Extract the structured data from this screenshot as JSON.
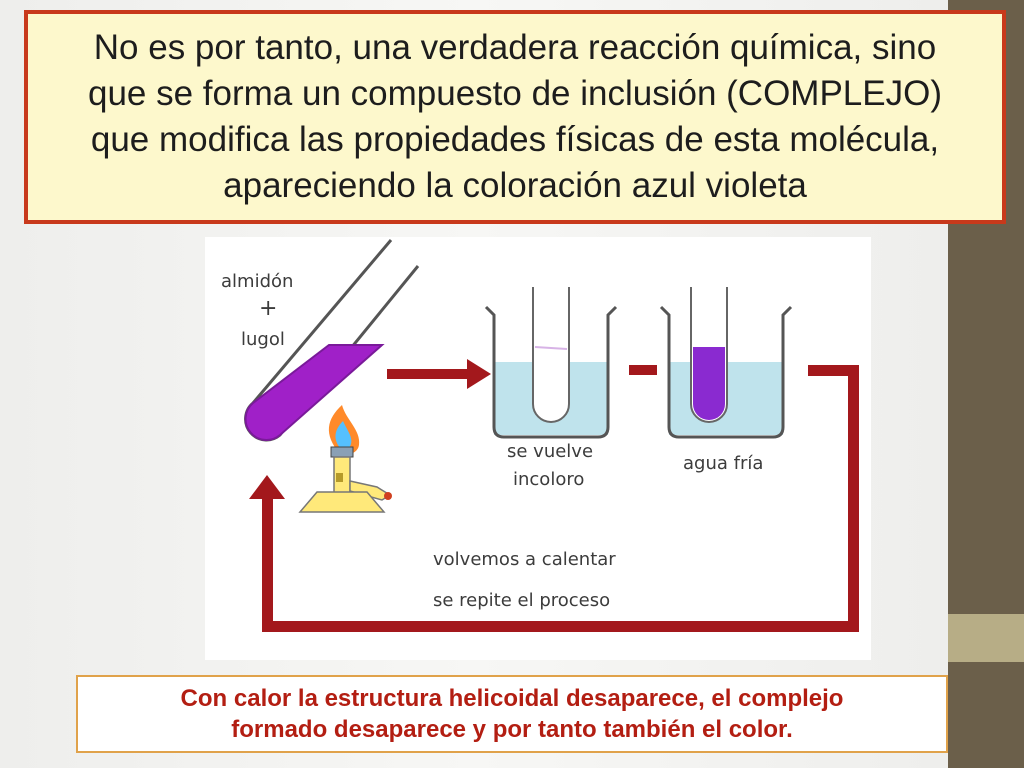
{
  "title": {
    "line1": "No es por tanto, una verdadera reacción química, sino",
    "line2": "que se forma un compuesto de inclusión (COMPLEJO)",
    "line3": "que modifica las propiedades físicas de esta molécula,",
    "line4": "apareciendo la coloración azul violeta"
  },
  "diagram": {
    "label_tube_line1": "almidón",
    "label_tube_plus": "+",
    "label_tube_line3": "lugol",
    "label_beaker1_line1": "se vuelve",
    "label_beaker1_line2": "incoloro",
    "label_beaker2": "agua fría",
    "label_loop_line1": "volvemos a calentar",
    "label_loop_line2": "se repite el proceso"
  },
  "footer": {
    "line1": "Con calor la estructura helicoidal desaparece, el complejo",
    "line2": "formado desaparece  y por tanto también el color."
  },
  "colors": {
    "title_border": "#c8391b",
    "title_bg": "#fdf8cc",
    "arrow": "#a3181c",
    "violet": "#a020c8",
    "water": "#bfe3ec",
    "footer_text": "#b31e12",
    "footer_border": "#e0a24a",
    "sidebar": "#6b5f4a"
  }
}
